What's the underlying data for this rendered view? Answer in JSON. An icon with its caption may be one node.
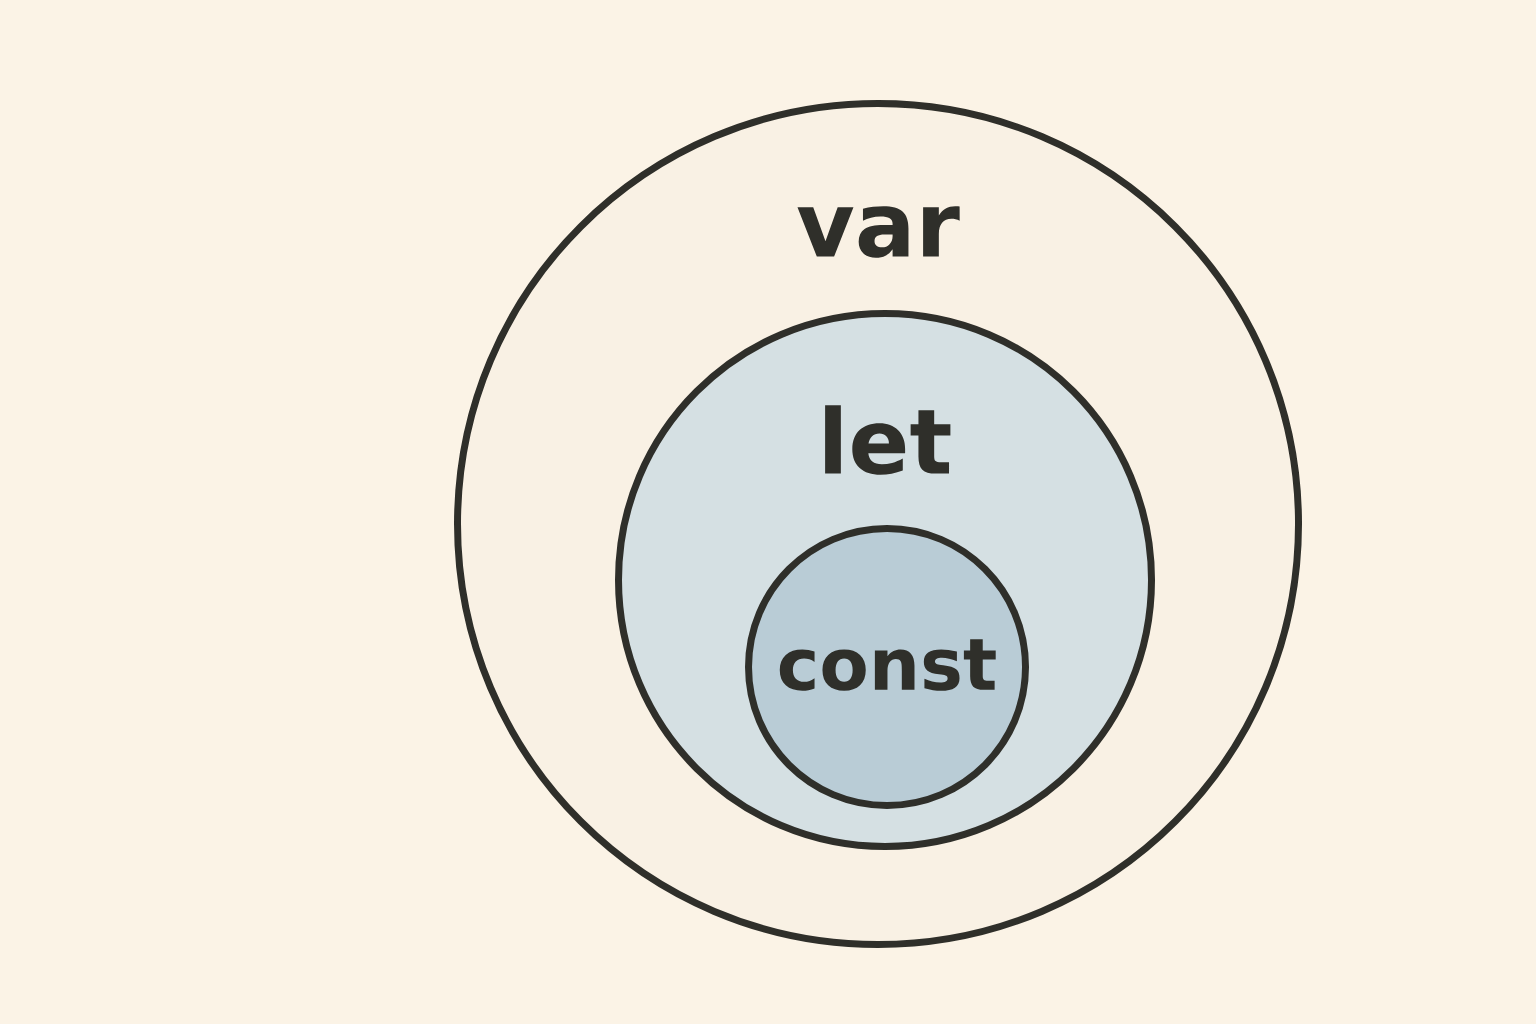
{
  "diagram": {
    "nodes": [
      {
        "text": [
          "var"
        ]
      },
      {
        "text": [
          "let"
        ],
        "in": 0
      },
      {
        "text": [
          "const"
        ],
        "in": 1
      }
    ]
  }
}
